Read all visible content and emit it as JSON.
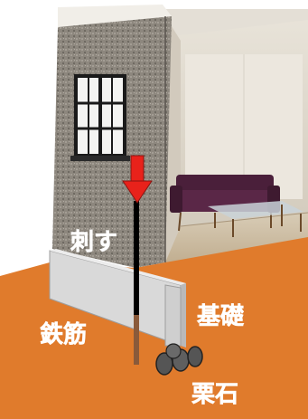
{
  "labels": {
    "insert": "刺す",
    "rebar": "鉄筋",
    "foundation": "基礎",
    "gravel": "栗石"
  },
  "colors": {
    "ground": "#e07b2c",
    "wall": "#8a847b",
    "foundation": "#d9d9d9",
    "arrow": "#e8221b",
    "rebar": "#000000",
    "rebar_bottom": "#8a5a3a",
    "sofa": "#4a1f3a",
    "window_frame": "#1a1a1a",
    "label_text": "#ffffff"
  },
  "icons": [
    "down-arrow-icon",
    "rebar-rod-icon",
    "gravel-stone-icon"
  ]
}
